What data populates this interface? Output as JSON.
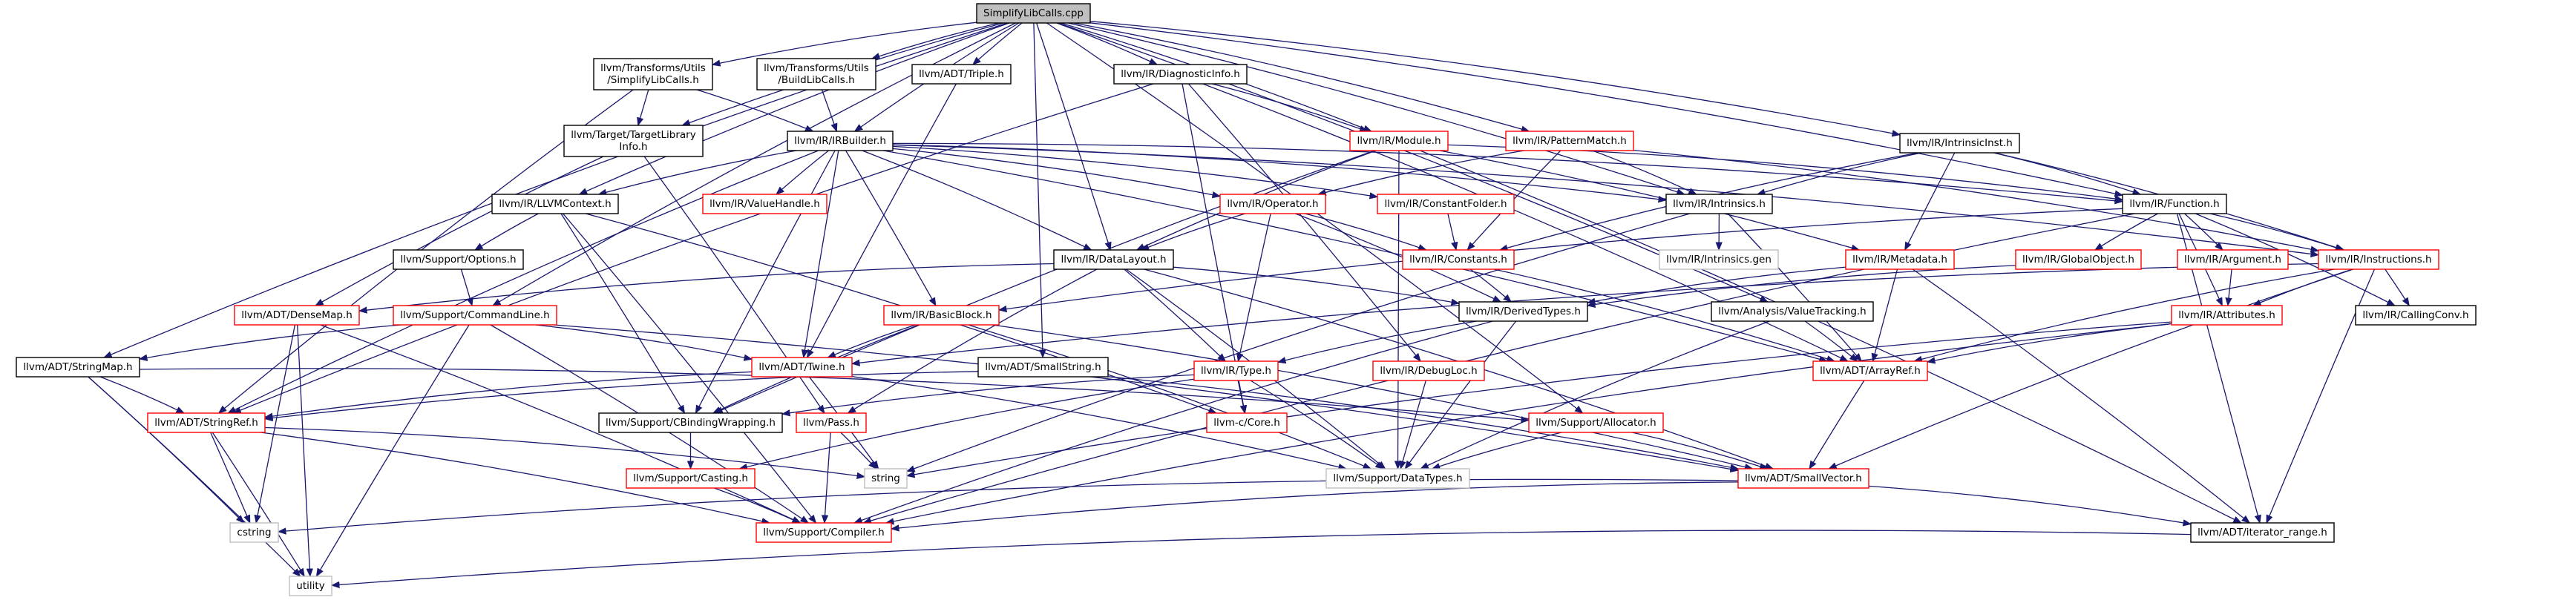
{
  "colors": {
    "edge": "#191970",
    "border_default": "#000000",
    "border_red": "#ff0000",
    "border_grey": "#bfbfbf",
    "root_fill": "#bfbfbf",
    "text": "#000000"
  },
  "graph": {
    "nodes": [
      {
        "id": "root",
        "lines": [
          "SimplifyLibCalls.cpp"
        ],
        "style": "root"
      },
      {
        "id": "tu_simplify",
        "lines": [
          "llvm/Transforms/Utils",
          "/SimplifyLibCalls.h"
        ],
        "style": "black"
      },
      {
        "id": "tu_build",
        "lines": [
          "llvm/Transforms/Utils",
          "/BuildLibCalls.h"
        ],
        "style": "black"
      },
      {
        "id": "triple",
        "lines": [
          "llvm/ADT/Triple.h"
        ],
        "style": "black"
      },
      {
        "id": "diaginfo",
        "lines": [
          "llvm/IR/DiagnosticInfo.h"
        ],
        "style": "black"
      },
      {
        "id": "intrinsicinst",
        "lines": [
          "llvm/IR/IntrinsicInst.h"
        ],
        "style": "black"
      },
      {
        "id": "targetlib",
        "lines": [
          "llvm/Target/TargetLibrary",
          "Info.h"
        ],
        "style": "black"
      },
      {
        "id": "irbuilder",
        "lines": [
          "llvm/IR/IRBuilder.h"
        ],
        "style": "black"
      },
      {
        "id": "module",
        "lines": [
          "llvm/IR/Module.h"
        ],
        "style": "red"
      },
      {
        "id": "patternmatch",
        "lines": [
          "llvm/IR/PatternMatch.h"
        ],
        "style": "red"
      },
      {
        "id": "llvmcontext",
        "lines": [
          "llvm/IR/LLVMContext.h"
        ],
        "style": "black"
      },
      {
        "id": "valuehandle",
        "lines": [
          "llvm/IR/ValueHandle.h"
        ],
        "style": "red"
      },
      {
        "id": "operator",
        "lines": [
          "llvm/IR/Operator.h"
        ],
        "style": "red"
      },
      {
        "id": "constantfolder",
        "lines": [
          "llvm/IR/ConstantFolder.h"
        ],
        "style": "red"
      },
      {
        "id": "intrinsics",
        "lines": [
          "llvm/IR/Intrinsics.h"
        ],
        "style": "black"
      },
      {
        "id": "function",
        "lines": [
          "llvm/IR/Function.h"
        ],
        "style": "black"
      },
      {
        "id": "options",
        "lines": [
          "llvm/Support/Options.h"
        ],
        "style": "black"
      },
      {
        "id": "datalayout",
        "lines": [
          "llvm/IR/DataLayout.h"
        ],
        "style": "black"
      },
      {
        "id": "constants",
        "lines": [
          "llvm/IR/Constants.h"
        ],
        "style": "red"
      },
      {
        "id": "intrinsicsgen",
        "lines": [
          "llvm/IR/Intrinsics.gen"
        ],
        "style": "grey"
      },
      {
        "id": "metadata",
        "lines": [
          "llvm/IR/Metadata.h"
        ],
        "style": "red"
      },
      {
        "id": "globalobject",
        "lines": [
          "llvm/IR/GlobalObject.h"
        ],
        "style": "red"
      },
      {
        "id": "argument",
        "lines": [
          "llvm/IR/Argument.h"
        ],
        "style": "red"
      },
      {
        "id": "instructions",
        "lines": [
          "llvm/IR/Instructions.h"
        ],
        "style": "red"
      },
      {
        "id": "densemap",
        "lines": [
          "llvm/ADT/DenseMap.h"
        ],
        "style": "red"
      },
      {
        "id": "commandline",
        "lines": [
          "llvm/Support/CommandLine.h"
        ],
        "style": "red"
      },
      {
        "id": "basicblock",
        "lines": [
          "llvm/IR/BasicBlock.h"
        ],
        "style": "red"
      },
      {
        "id": "derivedtypes",
        "lines": [
          "llvm/IR/DerivedTypes.h"
        ],
        "style": "black"
      },
      {
        "id": "valuetracking",
        "lines": [
          "llvm/Analysis/ValueTracking.h"
        ],
        "style": "black"
      },
      {
        "id": "attributes",
        "lines": [
          "llvm/IR/Attributes.h"
        ],
        "style": "red"
      },
      {
        "id": "callingconv",
        "lines": [
          "llvm/IR/CallingConv.h"
        ],
        "style": "black"
      },
      {
        "id": "stringmap",
        "lines": [
          "llvm/ADT/StringMap.h"
        ],
        "style": "black"
      },
      {
        "id": "twine",
        "lines": [
          "llvm/ADT/Twine.h"
        ],
        "style": "red"
      },
      {
        "id": "smallstring",
        "lines": [
          "llvm/ADT/SmallString.h"
        ],
        "style": "black"
      },
      {
        "id": "type",
        "lines": [
          "llvm/IR/Type.h"
        ],
        "style": "red"
      },
      {
        "id": "debugloc",
        "lines": [
          "llvm/IR/DebugLoc.h"
        ],
        "style": "red"
      },
      {
        "id": "arrayref",
        "lines": [
          "llvm/ADT/ArrayRef.h"
        ],
        "style": "red"
      },
      {
        "id": "stringref",
        "lines": [
          "llvm/ADT/StringRef.h"
        ],
        "style": "red"
      },
      {
        "id": "cbinding",
        "lines": [
          "llvm/Support/CBindingWrapping.h"
        ],
        "style": "black"
      },
      {
        "id": "pass",
        "lines": [
          "llvm/Pass.h"
        ],
        "style": "red"
      },
      {
        "id": "ccore",
        "lines": [
          "llvm-c/Core.h"
        ],
        "style": "red"
      },
      {
        "id": "allocator",
        "lines": [
          "llvm/Support/Allocator.h"
        ],
        "style": "red"
      },
      {
        "id": "casting",
        "lines": [
          "llvm/Support/Casting.h"
        ],
        "style": "red"
      },
      {
        "id": "string",
        "lines": [
          "string"
        ],
        "style": "grey"
      },
      {
        "id": "datatypes",
        "lines": [
          "llvm/Support/DataTypes.h"
        ],
        "style": "grey"
      },
      {
        "id": "smallvector",
        "lines": [
          "llvm/ADT/SmallVector.h"
        ],
        "style": "red"
      },
      {
        "id": "cstring",
        "lines": [
          "cstring"
        ],
        "style": "grey"
      },
      {
        "id": "compiler",
        "lines": [
          "llvm/Support/Compiler.h"
        ],
        "style": "red"
      },
      {
        "id": "iteratorrange",
        "lines": [
          "llvm/ADT/iterator_range.h"
        ],
        "style": "black"
      },
      {
        "id": "utility",
        "lines": [
          "utility"
        ],
        "style": "grey"
      }
    ],
    "edges": [
      [
        "root",
        "tu_simplify"
      ],
      [
        "root",
        "tu_build"
      ],
      [
        "root",
        "triple"
      ],
      [
        "root",
        "diaginfo"
      ],
      [
        "root",
        "intrinsicinst"
      ],
      [
        "root",
        "targetlib"
      ],
      [
        "root",
        "irbuilder"
      ],
      [
        "root",
        "module"
      ],
      [
        "root",
        "patternmatch"
      ],
      [
        "root",
        "llvmcontext"
      ],
      [
        "root",
        "intrinsics"
      ],
      [
        "root",
        "function"
      ],
      [
        "root",
        "datalayout"
      ],
      [
        "root",
        "commandline"
      ],
      [
        "root",
        "stringmap"
      ],
      [
        "root",
        "smallstring"
      ],
      [
        "root",
        "valuetracking"
      ],
      [
        "root",
        "allocator"
      ],
      [
        "tu_simplify",
        "targetlib"
      ],
      [
        "tu_simplify",
        "irbuilder"
      ],
      [
        "tu_simplify",
        "stringref"
      ],
      [
        "tu_build",
        "irbuilder"
      ],
      [
        "triple",
        "twine"
      ],
      [
        "targetlib",
        "densemap"
      ],
      [
        "targetlib",
        "pass"
      ],
      [
        "diaginfo",
        "module"
      ],
      [
        "diaginfo",
        "arrayref"
      ],
      [
        "diaginfo",
        "debugloc"
      ],
      [
        "diaginfo",
        "ccore"
      ],
      [
        "diaginfo",
        "stringref"
      ],
      [
        "irbuilder",
        "llvmcontext"
      ],
      [
        "irbuilder",
        "valuehandle"
      ],
      [
        "irbuilder",
        "operator"
      ],
      [
        "irbuilder",
        "constantfolder"
      ],
      [
        "irbuilder",
        "datalayout"
      ],
      [
        "irbuilder",
        "basicblock"
      ],
      [
        "irbuilder",
        "function"
      ],
      [
        "irbuilder",
        "instructions"
      ],
      [
        "irbuilder",
        "intrinsics"
      ],
      [
        "irbuilder",
        "twine"
      ],
      [
        "irbuilder",
        "arrayref"
      ],
      [
        "irbuilder",
        "cbinding"
      ],
      [
        "irbuilder",
        "stringref"
      ],
      [
        "module",
        "function"
      ],
      [
        "module",
        "metadata"
      ],
      [
        "module",
        "datalayout"
      ],
      [
        "module",
        "cbinding"
      ],
      [
        "module",
        "datatypes"
      ],
      [
        "module",
        "iteratorrange"
      ],
      [
        "patternmatch",
        "intrinsics"
      ],
      [
        "patternmatch",
        "operator"
      ],
      [
        "patternmatch",
        "constants"
      ],
      [
        "patternmatch",
        "instructions"
      ],
      [
        "llvmcontext",
        "options"
      ],
      [
        "llvmcontext",
        "cbinding"
      ],
      [
        "llvmcontext",
        "compiler"
      ],
      [
        "llvmcontext",
        "ccore"
      ],
      [
        "operator",
        "constants"
      ],
      [
        "operator",
        "datalayout"
      ],
      [
        "operator",
        "derivedtypes"
      ],
      [
        "operator",
        "type"
      ],
      [
        "constantfolder",
        "constants"
      ],
      [
        "intrinsics",
        "intrinsicsgen"
      ],
      [
        "intrinsics",
        "arrayref"
      ],
      [
        "intrinsics",
        "string"
      ],
      [
        "intrinsicinst",
        "intrinsics"
      ],
      [
        "intrinsicinst",
        "function"
      ],
      [
        "intrinsicinst",
        "metadata"
      ],
      [
        "intrinsicinst",
        "instructions"
      ],
      [
        "intrinsicinst",
        "constants"
      ],
      [
        "function",
        "argument"
      ],
      [
        "function",
        "attributes"
      ],
      [
        "function",
        "callingconv"
      ],
      [
        "function",
        "globalobject"
      ],
      [
        "function",
        "basicblock"
      ],
      [
        "function",
        "iteratorrange"
      ],
      [
        "function",
        "compiler"
      ],
      [
        "function",
        "instructions"
      ],
      [
        "options",
        "commandline"
      ],
      [
        "datalayout",
        "densemap"
      ],
      [
        "datalayout",
        "derivedtypes"
      ],
      [
        "datalayout",
        "type"
      ],
      [
        "datalayout",
        "pass"
      ],
      [
        "datalayout",
        "datatypes"
      ],
      [
        "datalayout",
        "smallvector"
      ],
      [
        "constants",
        "derivedtypes"
      ],
      [
        "constants",
        "arrayref"
      ],
      [
        "metadata",
        "arrayref"
      ],
      [
        "metadata",
        "iteratorrange"
      ],
      [
        "metadata",
        "derivedtypes"
      ],
      [
        "globalobject",
        "derivedtypes"
      ],
      [
        "argument",
        "attributes"
      ],
      [
        "instructions",
        "attributes"
      ],
      [
        "instructions",
        "callingconv"
      ],
      [
        "instructions",
        "arrayref"
      ],
      [
        "instructions",
        "iteratorrange"
      ],
      [
        "instructions",
        "smallvector"
      ],
      [
        "instructions",
        "twine"
      ],
      [
        "densemap",
        "compiler"
      ],
      [
        "densemap",
        "utility"
      ],
      [
        "densemap",
        "cstring"
      ],
      [
        "commandline",
        "stringmap"
      ],
      [
        "commandline",
        "twine"
      ],
      [
        "commandline",
        "compiler"
      ],
      [
        "commandline",
        "utility"
      ],
      [
        "commandline",
        "smallvector"
      ],
      [
        "basicblock",
        "twine"
      ],
      [
        "basicblock",
        "cbinding"
      ],
      [
        "basicblock",
        "datatypes"
      ],
      [
        "basicblock",
        "smallvector"
      ],
      [
        "derivedtypes",
        "type"
      ],
      [
        "derivedtypes",
        "datatypes"
      ],
      [
        "derivedtypes",
        "compiler"
      ],
      [
        "valuetracking",
        "arrayref"
      ],
      [
        "valuetracking",
        "datatypes"
      ],
      [
        "attributes",
        "arrayref"
      ],
      [
        "attributes",
        "compiler"
      ],
      [
        "attributes",
        "string"
      ],
      [
        "stringmap",
        "stringref"
      ],
      [
        "stringmap",
        "allocator"
      ],
      [
        "stringmap",
        "cstring"
      ],
      [
        "stringmap",
        "utility"
      ],
      [
        "twine",
        "stringref"
      ],
      [
        "twine",
        "datatypes"
      ],
      [
        "twine",
        "string"
      ],
      [
        "smallstring",
        "stringref"
      ],
      [
        "smallstring",
        "smallvector"
      ],
      [
        "type",
        "ccore"
      ],
      [
        "type",
        "casting"
      ],
      [
        "type",
        "datatypes"
      ],
      [
        "type",
        "cbinding"
      ],
      [
        "debugloc",
        "datatypes"
      ],
      [
        "arrayref",
        "smallvector"
      ],
      [
        "stringref",
        "compiler"
      ],
      [
        "stringref",
        "cstring"
      ],
      [
        "stringref",
        "utility"
      ],
      [
        "stringref",
        "string"
      ],
      [
        "pass",
        "string"
      ],
      [
        "pass",
        "compiler"
      ],
      [
        "cbinding",
        "casting"
      ],
      [
        "allocator",
        "smallvector"
      ],
      [
        "allocator",
        "datatypes"
      ],
      [
        "casting",
        "compiler"
      ],
      [
        "smallvector",
        "compiler"
      ],
      [
        "smallvector",
        "cstring"
      ],
      [
        "smallvector",
        "iteratorrange"
      ],
      [
        "iteratorrange",
        "utility"
      ]
    ]
  }
}
